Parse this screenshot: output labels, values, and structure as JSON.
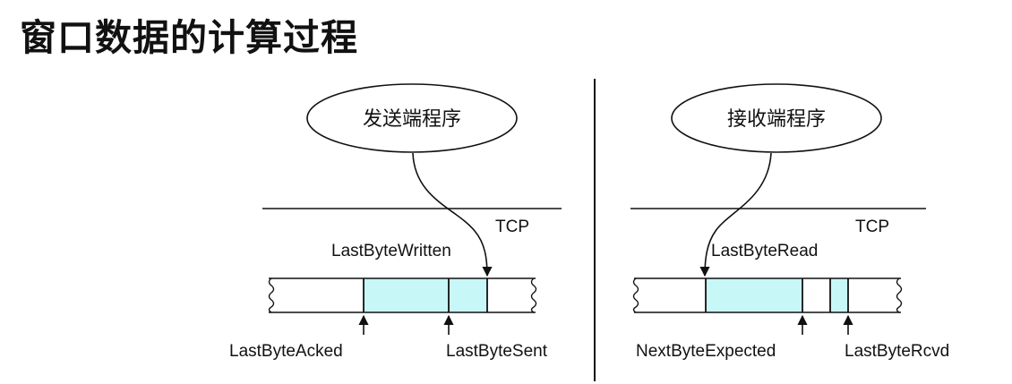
{
  "title": "窗口数据的计算过程",
  "sender": {
    "program_label": "发送端程序",
    "layer_label": "TCP",
    "pointer_top": "LastByteWritten",
    "pointer_bottom_left": "LastByteAcked",
    "pointer_bottom_right": "LastByteSent"
  },
  "receiver": {
    "program_label": "接收端程序",
    "layer_label": "TCP",
    "pointer_top": "LastByteRead",
    "pointer_bottom_left": "NextByteExpected",
    "pointer_bottom_right": "LastByteRcvd"
  },
  "colors": {
    "buffer_fill": "#c8f7f7",
    "stroke": "#111111"
  }
}
